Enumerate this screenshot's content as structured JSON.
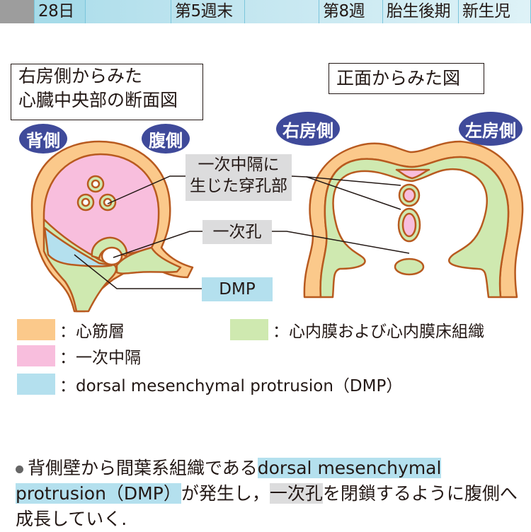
{
  "timeline": {
    "segments": [
      "28日",
      "第5週末",
      "第8週",
      "胎生後期",
      "新生児"
    ]
  },
  "left_panel": {
    "title_line1": "右房側からみた",
    "title_line2": "心臓中央部の断面図",
    "dorsal_label": "背側",
    "ventral_label": "腹側"
  },
  "right_panel": {
    "title": "正面からみた図",
    "right_atrium_label": "右房側",
    "left_atrium_label": "左房側"
  },
  "callouts": {
    "perforation_line1": "一次中隔に",
    "perforation_line2": "生じた穿孔部",
    "ostium_primum": "一次孔",
    "dmp": "DMP"
  },
  "legend": {
    "items": [
      {
        "color": "#fbc98b",
        "label": "：心筋層"
      },
      {
        "color": "#cfe9b0",
        "label": "：心内膜および心内膜床組織"
      },
      {
        "color": "#f8bedd",
        "label": "：一次中隔"
      },
      {
        "color": "#b4e0ee",
        "label": "：dorsal mesenchymal protrusion（DMP）"
      }
    ]
  },
  "description": {
    "part1": "背側壁から間葉系組織である",
    "highlight_blue": "dorsal mesenchymal protrusion（DMP）",
    "part2": "が発生し，",
    "highlight_gray": "一次孔",
    "part3": "を閉鎖するように腹側へ成長していく."
  },
  "colors": {
    "myocardium": "#fbc98b",
    "endocardium": "#cfe9b0",
    "septum_primum": "#f8bedd",
    "dmp": "#b4e0ee",
    "outline": "#b85a1f",
    "pill": "#3f4a9a"
  }
}
